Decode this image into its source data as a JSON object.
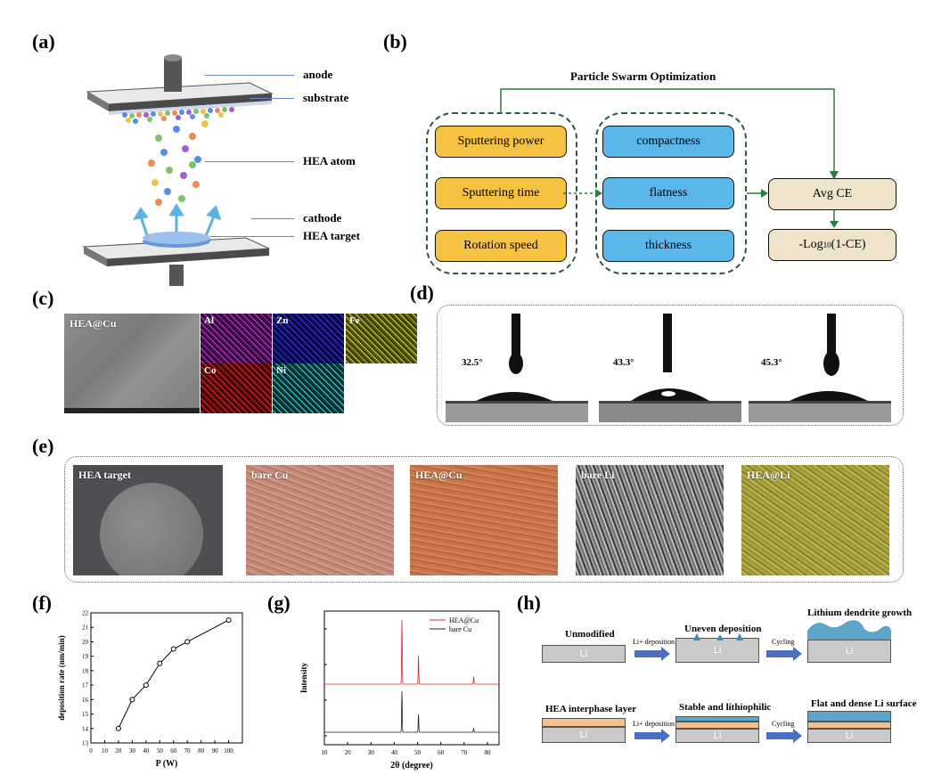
{
  "panels": {
    "a": {
      "label": "(a)",
      "labels": [
        "anode",
        "substrate",
        "HEA atom",
        "cathode",
        "HEA target"
      ]
    },
    "b": {
      "label": "(b)",
      "title": "Particle Swarm Optimization",
      "inputs": [
        "Sputtering power",
        "Sputtering time",
        "Rotation speed"
      ],
      "features": [
        "compactness",
        "flatness",
        "thickness"
      ],
      "target": "Avg CE",
      "metric_prefix": "-Log",
      "metric_sub": "10",
      "metric_suffix": "(1-CE)"
    },
    "c": {
      "label": "(c)",
      "sem_label": "HEA@Cu",
      "elements": [
        "Al",
        "Zn",
        "Fe",
        "Co",
        "Ni"
      ]
    },
    "d": {
      "label": "(d)",
      "angles": [
        "32.5°",
        "43.3°",
        "45.3°"
      ]
    },
    "e": {
      "label": "(e)",
      "photos": [
        "HEA target",
        "bare Cu",
        "HEA@Cu",
        "bare Li",
        "HEA@Li"
      ]
    },
    "f": {
      "label": "(f)"
    },
    "g": {
      "label": "(g)"
    },
    "h": {
      "label": "(h)",
      "row1": {
        "start": "Unmodified",
        "arrow1": "Li+ deposition",
        "mid": "Uneven deposition",
        "arrow2": "Cycling",
        "end": "Lithium dendrite growth"
      },
      "row2": {
        "start": "HEA interphase layer",
        "arrow1": "Li+ deposition",
        "mid": "Stable and lithiophilic",
        "arrow2": "Cycling",
        "end": "Flat and dense Li surface"
      },
      "cell_text": "Li"
    }
  },
  "chart_data": [
    {
      "type": "line",
      "xlabel": "P (W)",
      "ylabel": "deposition rate (nm/min)",
      "x": [
        20,
        30,
        40,
        50,
        60,
        70,
        100
      ],
      "y": [
        14.0,
        16.0,
        17.0,
        18.5,
        19.5,
        20.0,
        21.5
      ],
      "xlim": [
        0,
        110
      ],
      "ylim": [
        13,
        22
      ],
      "xticks": [
        0,
        10,
        20,
        30,
        40,
        50,
        60,
        70,
        80,
        90,
        100
      ],
      "yticks": [
        13,
        14,
        15,
        16,
        17,
        18,
        19,
        20,
        21,
        22
      ],
      "grid": false,
      "colors": {
        "line": "#000000"
      }
    },
    {
      "type": "line",
      "xlabel": "2θ (degree)",
      "ylabel": "Intensity",
      "xlim": [
        10,
        85
      ],
      "xticks": [
        10,
        20,
        30,
        40,
        50,
        60,
        70,
        80
      ],
      "legend": "top-right",
      "series": [
        {
          "name": "HEA@Cu",
          "color": "#e0282b",
          "peaks": [
            [
              43.3,
              1.0
            ],
            [
              50.4,
              0.45
            ],
            [
              74.1,
              0.12
            ]
          ]
        },
        {
          "name": "bare Cu",
          "color": "#222222",
          "peaks": [
            [
              43.3,
              0.82
            ],
            [
              50.4,
              0.36
            ],
            [
              74.1,
              0.08
            ]
          ]
        }
      ]
    }
  ]
}
